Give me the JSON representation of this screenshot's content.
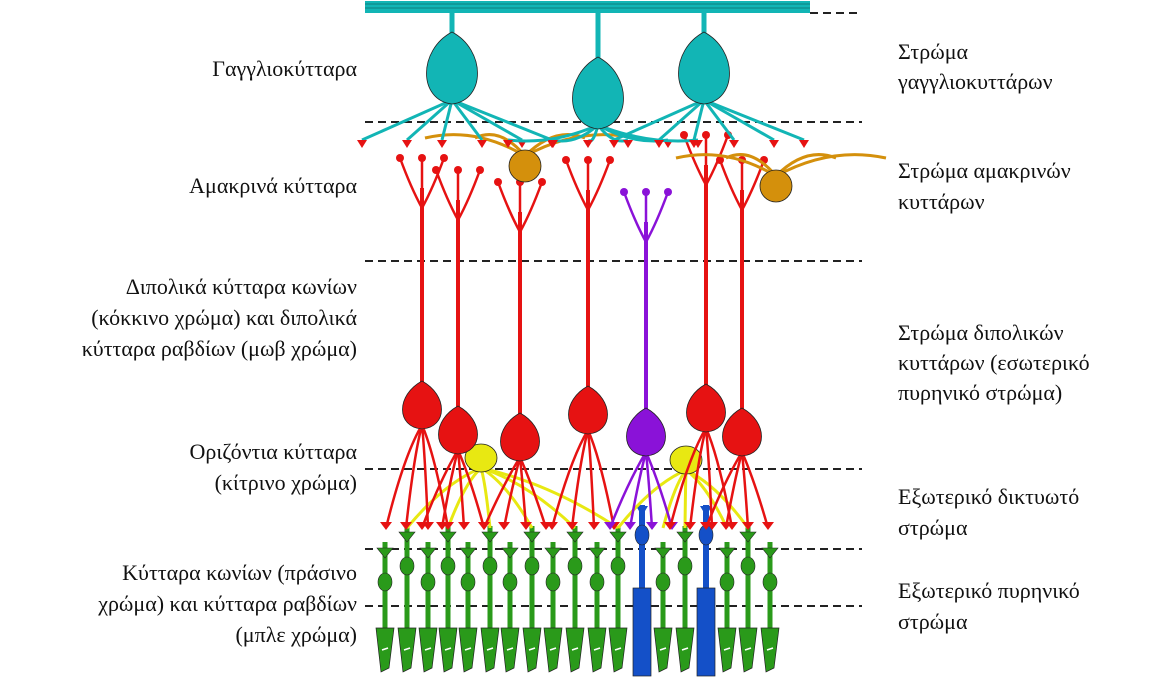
{
  "left_labels": {
    "ganglion": "Γαγγλιοκύτταρα",
    "amacrine": "Αμακρινά κύτταρα",
    "bipolar_1": "Διπολικά κύτταρα κωνίων",
    "bipolar_2": "(κόκκινο χρώμα) και διπολικά",
    "bipolar_3": "κύτταρα ραβδίων (μωβ χρώμα)",
    "horizontal_1": "Οριζόντια κύτταρα",
    "horizontal_2": "(κίτρινο χρώμα)",
    "photo_1": "Κύτταρα κωνίων (πράσινο",
    "photo_2": "χρώμα) και κύτταρα ραβδίων",
    "photo_3": "(μπλε χρώμα)"
  },
  "right_labels": {
    "ganglion_layer_1": "Στρώμα",
    "ganglion_layer_2": "γαγγλιοκυττάρων",
    "amacrine_layer_1": "Στρώμα αμακρινών",
    "amacrine_layer_2": "κυττάρων",
    "bipolar_layer_1": "Στρώμα διπολικών",
    "bipolar_layer_2": "κυττάρων (εσωτερικό",
    "bipolar_layer_3": "πυρηνικό στρώμα)",
    "opl_1": "Εξωτερικό δικτυωτό",
    "opl_2": "στρώμα",
    "onl_1": "Εξωτερικό πυρηνικό",
    "onl_2": "στρώμα"
  },
  "colors": {
    "ganglion": "#12b5b5",
    "amacrine": "#d4900c",
    "cone_bipolar": "#e61212",
    "rod_bipolar": "#8a12d8",
    "horizontal": "#e8e812",
    "cone": "#2a9a1a",
    "rod": "#1450c8",
    "outline": "#222222"
  },
  "icons": [
    "ganglion-cell",
    "amacrine-cell",
    "bipolar-cell",
    "horizontal-cell",
    "cone-cell",
    "rod-cell",
    "layer-divider"
  ]
}
